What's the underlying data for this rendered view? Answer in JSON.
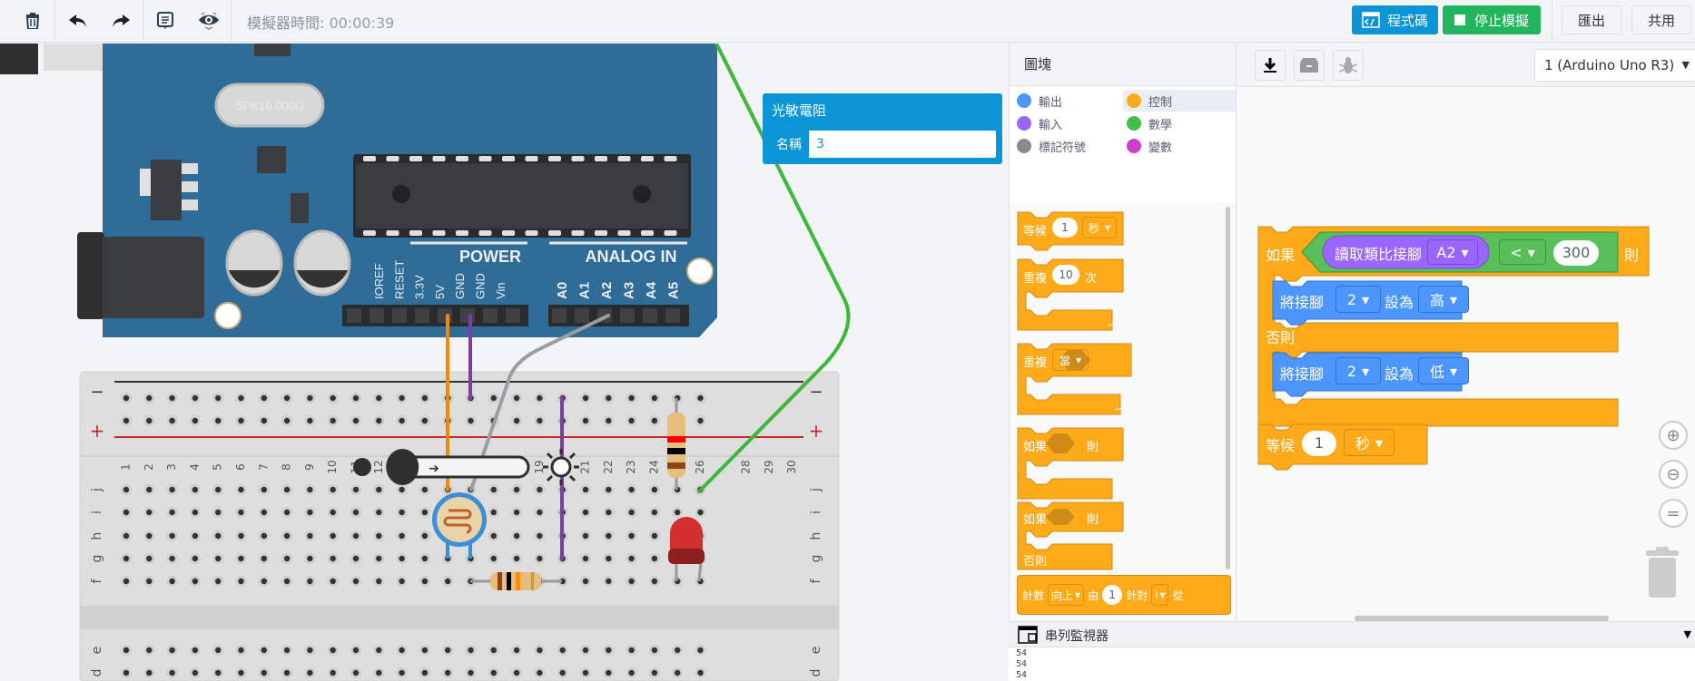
{
  "toolbar": {
    "icons": [
      "trash-icon",
      "undo-icon",
      "redo-icon",
      "notes-icon",
      "visibility-icon"
    ],
    "timer_label": "模擬器時間:",
    "timer_value": "00:00:39",
    "code_button": "程式碼",
    "stop_button": "停止模擬",
    "export_button": "匯出",
    "share_button": "共用"
  },
  "properties": {
    "title": "光敏電阻",
    "name_label": "名稱",
    "name_value": "3"
  },
  "circuit": {
    "crystal_label": "SPK16.000G",
    "power_header": "POWER",
    "analog_header": "ANALOG IN",
    "power_pins": [
      "IOREF",
      "RESET",
      "3.3V",
      "5V",
      "GND",
      "GND",
      "Vin"
    ],
    "analog_pins": [
      "A0",
      "A1",
      "A2",
      "A3",
      "A4",
      "A5"
    ],
    "breadboard_rows_top": [
      "j",
      "i",
      "h",
      "g",
      "f"
    ],
    "breadboard_rows_bottom": [
      "e",
      "d"
    ],
    "column_numbers": [
      "1",
      "2",
      "3",
      "4",
      "5",
      "6",
      "7",
      "8",
      "9",
      "10",
      "11",
      "12",
      "19",
      "21",
      "22",
      "23",
      "24",
      "26",
      "28",
      "29",
      "30"
    ],
    "rail_minus": "−",
    "rail_plus": "+",
    "wire_colors": {
      "orange": "#f28a00",
      "purple": "#7b3fa0",
      "gray": "#9a9ea3",
      "green": "#3db83a"
    },
    "light_slider_level": 0.15
  },
  "blocks_panel": {
    "title": "圖塊",
    "categories": [
      {
        "label": "輸出",
        "color": "#4c97ff"
      },
      {
        "label": "控制",
        "color": "#ffab19",
        "active": true
      },
      {
        "label": "輸入",
        "color": "#9966ff"
      },
      {
        "label": "數學",
        "color": "#40bf4a"
      },
      {
        "label": "標記符號",
        "color": "#8a8a8a"
      },
      {
        "label": "變數",
        "color": "#cf3fcf"
      }
    ],
    "palette": {
      "wait": {
        "label": "等候",
        "value": "1",
        "unit": "秒"
      },
      "repeat": {
        "label": "重複",
        "value": "10",
        "suffix": "次"
      },
      "repeat_while": {
        "label": "重複",
        "mode": "當"
      },
      "if_then": {
        "label": "如果",
        "then": "則"
      },
      "if_else": {
        "label": "如果",
        "then": "則",
        "else": "否則"
      },
      "count": {
        "label": "計數",
        "dir": "向上",
        "by": "由",
        "value": "1",
        "for": "針對",
        "var": "i",
        "from": "從"
      }
    }
  },
  "workspace": {
    "board": "1 (Arduino Uno R3)",
    "icons": [
      "download-icon",
      "components-icon",
      "debug-icon"
    ],
    "program": {
      "if_label": "如果",
      "read_analog": "讀取類比接腳",
      "pin": "A2",
      "operator": "<",
      "threshold": "300",
      "then": "則",
      "set_pin_label": "將接腳",
      "pin_num": "2",
      "set_to": "設為",
      "high": "高",
      "else": "否則",
      "low": "低",
      "wait_label": "等候",
      "wait_value": "1",
      "wait_unit": "秒"
    }
  },
  "serial": {
    "title": "串列監視器",
    "lines": [
      "54",
      "54",
      "54"
    ]
  }
}
